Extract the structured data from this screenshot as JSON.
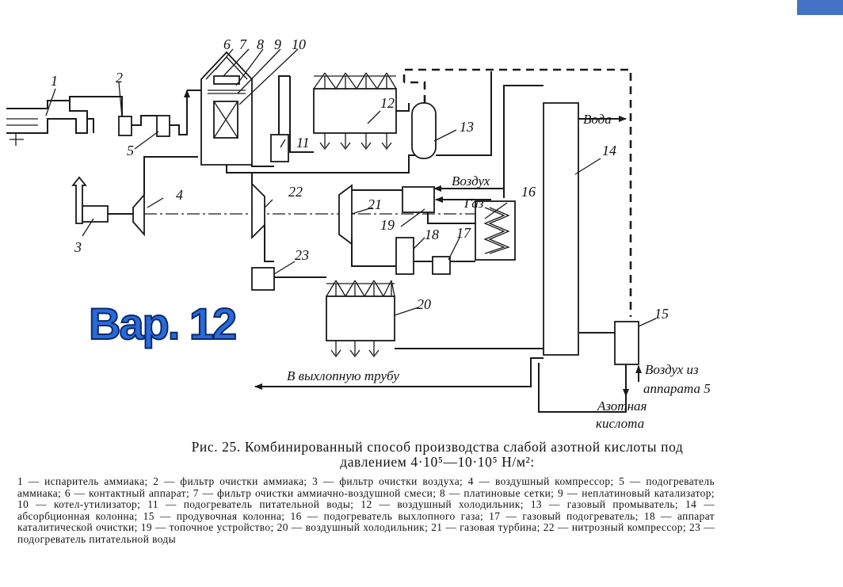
{
  "numbers": [
    "1",
    "2",
    "3",
    "4",
    "5",
    "6",
    "7",
    "8",
    "9",
    "10",
    "11",
    "12",
    "13",
    "14",
    "15",
    "16",
    "17",
    "18",
    "19",
    "20",
    "21",
    "22",
    "23",
    "5"
  ],
  "labels": {
    "water": "Вода",
    "air": "Воздух",
    "gas": "Газ",
    "exhaust": "В выхлопную трубу",
    "air_from_1": "Воздух из",
    "air_from_2": "аппарата 5",
    "acid_1": "Азотная",
    "acid_2": "кислота"
  },
  "variant": "Вар. 12",
  "caption": {
    "title_line1": "Рис. 25. Комбинированный способ производства слабой азотной кислоты под",
    "title_line2": "давлением 4·10⁵—10·10⁵ Н/м²:",
    "legend": "1 — испаритель аммиака; 2 — фильтр очистки аммиака; 3 — фильтр очистки воздуха; 4 — воздушный компрессор; 5 — подогреватель аммиака; 6 — контактный аппарат; 7 — фильтр очистки аммиачно-воздушной смеси; 8 — платиновые сетки; 9 — неплатиновый катализатор; 10 — котел-утилизатор; 11 — подогреватель питательной воды; 12 — воздушный холодильник; 13 — газовый промыватель; 14 — абсорбционная колонна; 15 — продувочная колонна; 16 — подогреватель выхлопного газа; 17 — газовый подогреватель; 18 — аппарат каталитической очистки; 19 — топочное устройство; 20 — воздушный холодильник; 21 — газовая турбина; 22 — нитрозный компрессор; 23 — подогреватель питательной воды"
  },
  "colors": {
    "ink": "#1a1a1a",
    "tab": "#4472c4",
    "variant_fill": "#2a6ad8",
    "variant_stroke": "#0b2a6e"
  }
}
